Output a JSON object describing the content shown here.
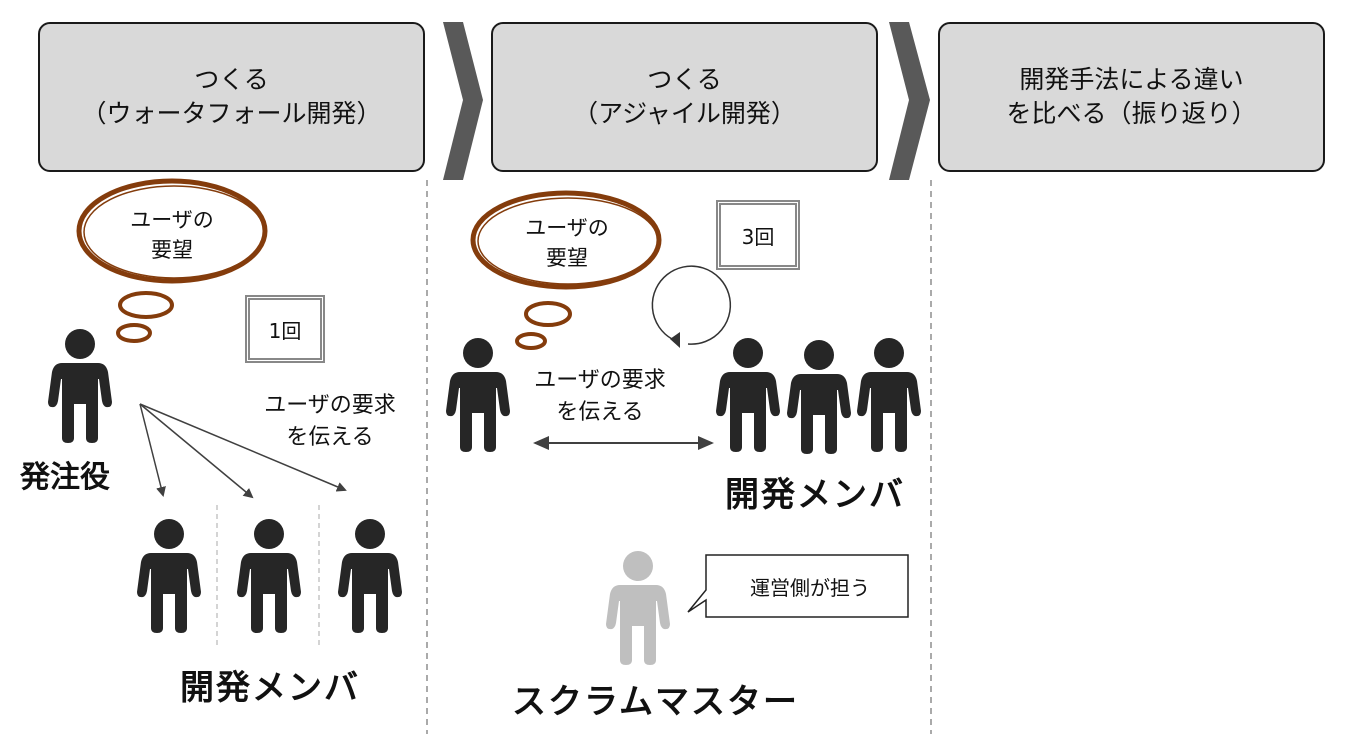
{
  "steps": [
    {
      "title": "つくる\n（ウォータフォール開発）"
    },
    {
      "title": "つくる\n（アジャイル開発）"
    },
    {
      "title": "開発手法による違い\nを比べる（振り返り）"
    }
  ],
  "waterfall": {
    "bubble_text": "ユーザの\n要望",
    "count_label": "1回",
    "orderer_label": "発注役",
    "convey_label": "ユーザの要求\nを伝える",
    "members_label": "開発メンバ"
  },
  "agile": {
    "bubble_text": "ユーザの\n要望",
    "count_label": "3回",
    "convey_label": "ユーザの要求\nを伝える",
    "members_label": "開発メンバ",
    "callout_text": "運営側が担う",
    "scrum_master_label": "スクラムマスター"
  },
  "colors": {
    "bubble": "#843c0c",
    "person": "#262626",
    "scrum_master": "#bfbfbf",
    "header_fill": "#d9d9d9",
    "chevron": "#595959"
  }
}
